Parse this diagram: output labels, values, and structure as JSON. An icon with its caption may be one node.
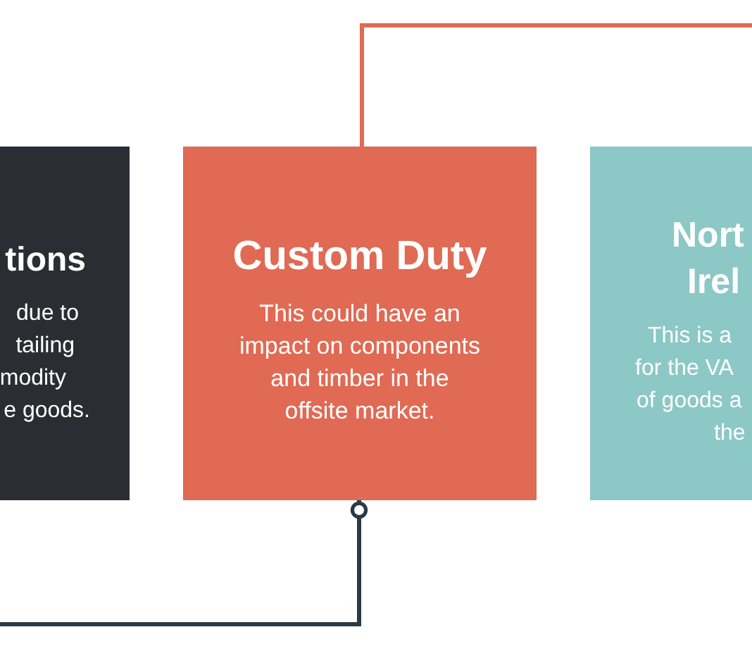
{
  "diagram": {
    "nodes": [
      {
        "text": [
          "tions",
          "due to tailing modity e goods."
        ]
      },
      {
        "text": [
          "Custom Duty",
          "This could have an impact on components and timber in the offsite market."
        ]
      },
      {
        "text": [
          "Nort Irel",
          "This is a for the VA of goods a the"
        ]
      }
    ],
    "edges": [
      {
        "from": 1,
        "to": null,
        "arrow": "none",
        "color": "#e06a54"
      },
      {
        "from": 1,
        "to": null,
        "arrow": "other",
        "color": "#2c3a45"
      }
    ]
  }
}
